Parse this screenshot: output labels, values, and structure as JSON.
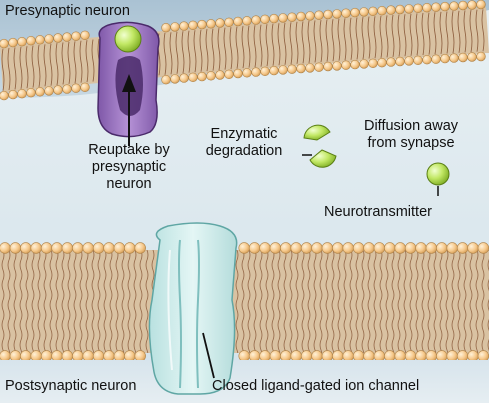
{
  "labels": {
    "presynaptic": "Presynaptic neuron",
    "reuptake": [
      "Reuptake by",
      "presynaptic",
      "neuron"
    ],
    "enzymatic": [
      "Enzymatic",
      "degradation"
    ],
    "diffusion": [
      "Diffusion away",
      "from synapse"
    ],
    "neurotransmitter": "Neurotransmitter",
    "postsynaptic": "Postsynaptic neuron",
    "channel": "Closed ligand-gated ion channel"
  },
  "colors": {
    "phospholipid_head": "#f6c98c",
    "phospholipid_head_edge": "#b08348",
    "lipid_tail": "#8a5a3a",
    "membrane_interior": "#eed6b8",
    "cytoplasm": "#b7cbd9",
    "synaptic_cleft": "#dde9ef",
    "transporter": "#9a73bd",
    "transporter_dark": "#4a2a6a",
    "ion_channel": "#cfeceb",
    "neurotransmitter": "#b4e04a"
  }
}
